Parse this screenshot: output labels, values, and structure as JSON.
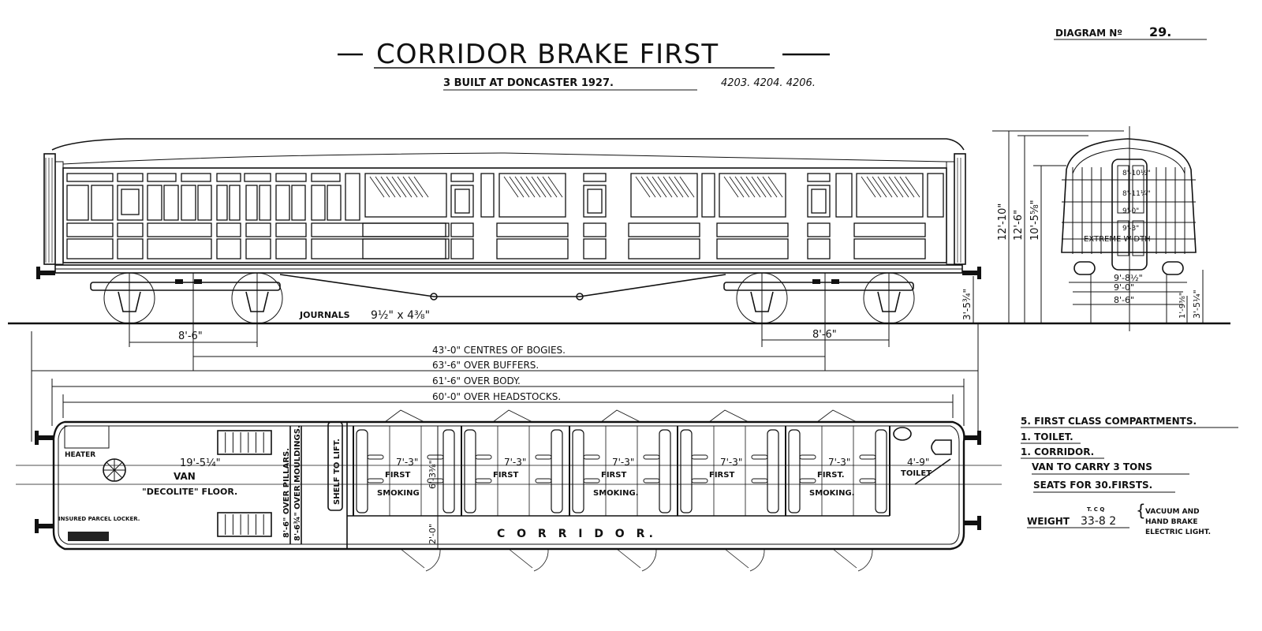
{
  "header": {
    "title": "CORRIDOR BRAKE FIRST",
    "subtitle": "3 BUILT AT DONCASTER 1927.",
    "numbers": "4203. 4204. 4206.",
    "diagram_label": "DIAGRAM Nº",
    "diagram_no": "29."
  },
  "elevation": {
    "journals_label": "JOURNALS",
    "journals_value": "9½\" x 4⅜\"",
    "bogie_wheelbase_left": "8'-6\"",
    "bogie_wheelbase_right": "8'-6\"",
    "buffer_height": "3'-5¾\""
  },
  "end_view": {
    "height_overall": "12'-10\"",
    "height_roof": "12'-6\"",
    "height_cornice": "10'-5⅝\"",
    "width_labels": [
      "8'-10½\"",
      "8'-11¼\"",
      "9'-0\"",
      "9'-3\""
    ],
    "extreme_width": "EXTREME WIDTH",
    "width_bottom_1": "9'-8½\"",
    "width_bottom_2": "9'-0\"",
    "width_bottom_3": "8'-6\"",
    "step_height": "1'-9⅜\"",
    "buffer_height": "3'-5¼\""
  },
  "dimensions": {
    "bogie_centres": "43'-0\" CENTRES OF BOGIES.",
    "over_buffers": "63'-6\" OVER BUFFERS.",
    "over_body": "61'-6\" OVER BODY.",
    "over_headstocks": "60'-0\" OVER HEADSTOCKS."
  },
  "plan": {
    "heater": "HEATER",
    "parcel_locker": "INSURED PARCEL LOCKER.",
    "van_length": "19'-5¼\"",
    "van": "VAN",
    "floor": "\"DECOLITE\" FLOOR.",
    "over_pillars": "8'-6\" OVER PILLARS.",
    "over_mouldings": "8'-6¾\" OVER MOULDINGS.",
    "shelf": "SHELF TO LIFT.",
    "compartment_depth": "6'-3⅜\"",
    "corridor_width": "2'-0\"",
    "corridor": "C O R R I D O R.",
    "compartments": [
      {
        "length": "7'-3\"",
        "class": "FIRST",
        "type": "SMOKING"
      },
      {
        "length": "7'-3\"",
        "class": "FIRST",
        "type": ""
      },
      {
        "length": "7'-3\"",
        "class": "FIRST",
        "type": "SMOKING."
      },
      {
        "length": "7'-3\"",
        "class": "FIRST",
        "type": ""
      },
      {
        "length": "7'-3\"",
        "class": "FIRST.",
        "type": "SMOKING."
      }
    ],
    "toilet_length": "4'-9\"",
    "toilet": "TOILET"
  },
  "notes": {
    "lines": [
      "5. FIRST CLASS COMPARTMENTS.",
      "1. TOILET.",
      "1. CORRIDOR.",
      "VAN TO CARRY  3 TONS",
      "SEATS FOR 30.FIRSTS."
    ],
    "weight_label": "WEIGHT",
    "weight_value": "33-8 2",
    "weight_units": "T.  C  Q",
    "brake_lines": [
      "VACUUM AND",
      "HAND BRAKE",
      "ELECTRIC LIGHT."
    ]
  }
}
